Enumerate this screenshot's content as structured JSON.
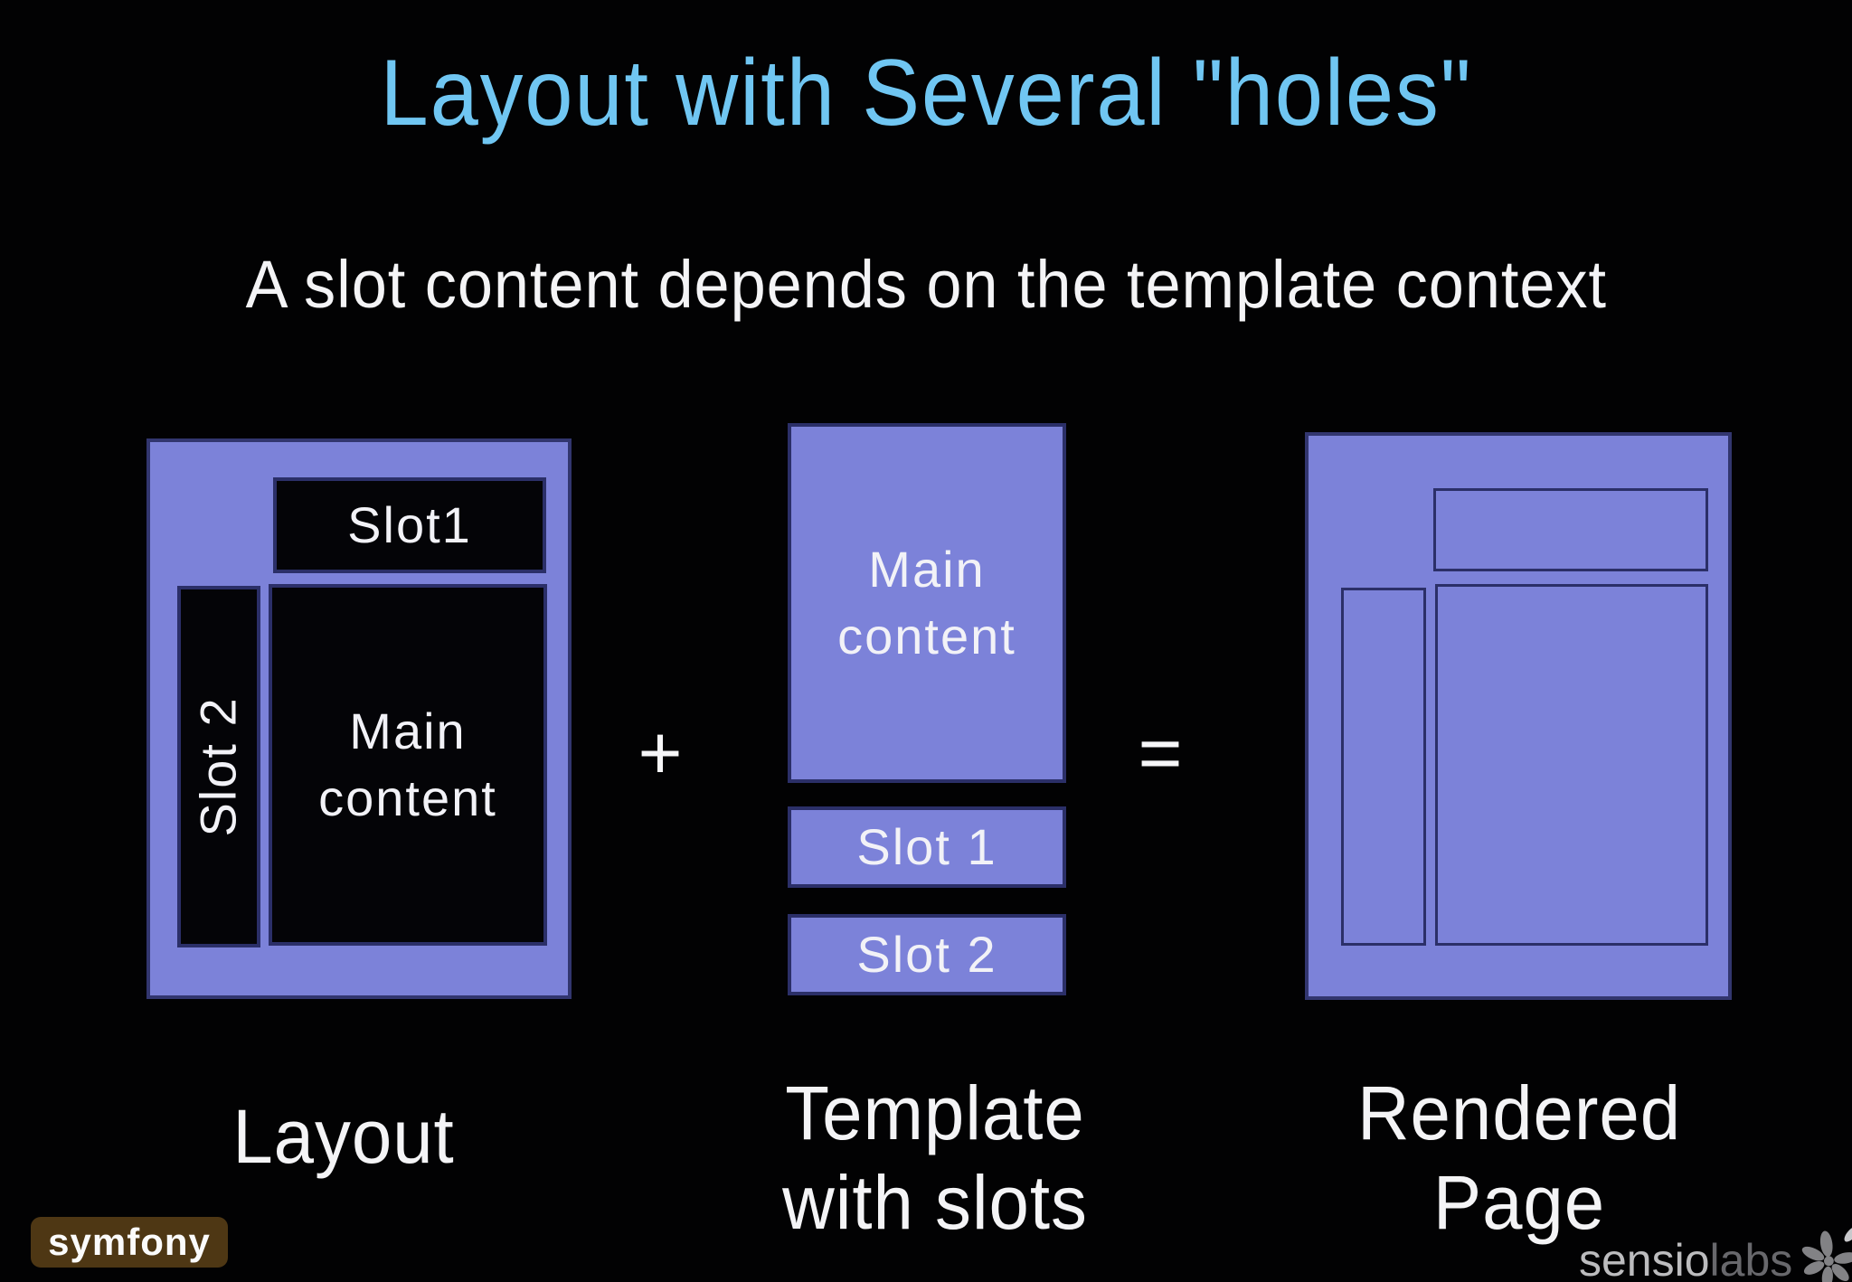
{
  "slide": {
    "title": "Layout with Several \"holes\"",
    "subtitle": "A slot content depends on the template context"
  },
  "layout_diagram": {
    "caption": "Layout",
    "slot1_label": "Slot1",
    "slot2_label": "Slot 2",
    "main_label": "Main content"
  },
  "operators": {
    "plus": "+",
    "equals": "="
  },
  "template_diagram": {
    "caption": "Template with slots",
    "main_label": "Main content",
    "slot1_label": "Slot 1",
    "slot2_label": "Slot 2"
  },
  "rendered_diagram": {
    "caption": "Rendered Page"
  },
  "footer": {
    "symfony_logo_text": "symfony",
    "sensiolabs_logo_text_primary": "sensio",
    "sensiolabs_logo_text_secondary": "labs"
  },
  "colors": {
    "background": "#020203",
    "title_blue": "#70c6f2",
    "text_white": "#f4f4f6",
    "panel_purple": "#7c82d9",
    "border_navy": "#2c2f6b",
    "box_black": "#040407",
    "symfony_brown": "#4e3714",
    "sensio_gray_light": "#bcbcbe",
    "sensio_gray_dark": "#68686c"
  }
}
